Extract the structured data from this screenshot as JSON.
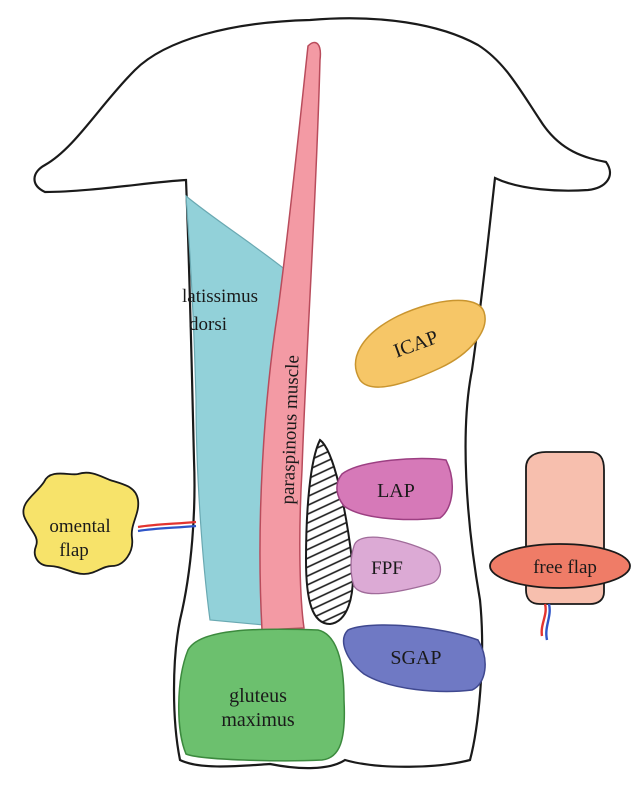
{
  "labels": {
    "latissimus_line1": "latissimus",
    "latissimus_line2": "dorsi",
    "paraspinous": "paraspinous muscle",
    "icap": "ICAP",
    "lap": "LAP",
    "fpf": "FPF",
    "sgap": "SGAP",
    "omental_line1": "omental",
    "omental_line2": "flap",
    "free_flap": "free flap",
    "gluteus_line1": "gluteus",
    "gluteus_line2": "maximus"
  },
  "colors": {
    "outline": "#1a1a1a",
    "latissimus": "#92d1d9",
    "paraspinous": "#f39aa4",
    "icap": "#f6c667",
    "lap": "#d679b8",
    "fpf": "#dcaad5",
    "sgap": "#6f79c4",
    "gluteus": "#6cc06e",
    "omental": "#f7e36a",
    "free_flap_tube": "#f7bfae",
    "free_flap_disc": "#ef7c67",
    "artery": "#e3342f",
    "vein": "#2f55c8"
  }
}
